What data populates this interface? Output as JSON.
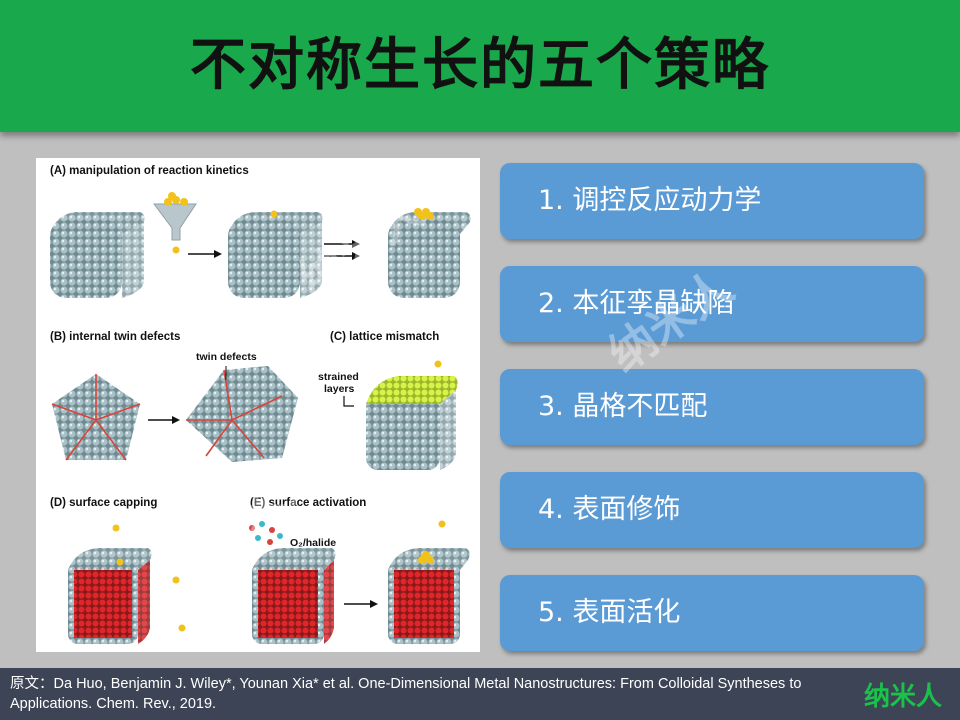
{
  "header": {
    "title": "不对称生长的五个策略"
  },
  "figure": {
    "panel_a": "(A) manipulation of reaction kinetics",
    "panel_b": "(B) internal twin defects",
    "panel_b_annotation": "twin defects",
    "panel_c": "(C) lattice mismatch",
    "panel_c_annotation_1": "strained",
    "panel_c_annotation_2": "layers",
    "panel_d": "(D) surface capping",
    "panel_e": "(E) surface activation",
    "panel_e_annotation": "O₂/halide"
  },
  "strategies": [
    {
      "label": "1. 调控反应动力学"
    },
    {
      "label": "2. 本征孪晶缺陷"
    },
    {
      "label": "3. 晶格不匹配"
    },
    {
      "label": "4. 表面修饰"
    },
    {
      "label": "5. 表面活化"
    }
  ],
  "watermark": "纳米人",
  "footer": {
    "citation": "原文：Da Huo, Benjamin J. Wiley*, Younan Xia* et al. One-Dimensional Metal Nanostructures: From Colloidal Syntheses to Applications. Chem. Rev., 2019.",
    "brand": "纳米人"
  },
  "colors": {
    "header": "#19a84c",
    "button": "#5b9bd5",
    "footer": "#3d4455",
    "brand": "#19c24a"
  }
}
